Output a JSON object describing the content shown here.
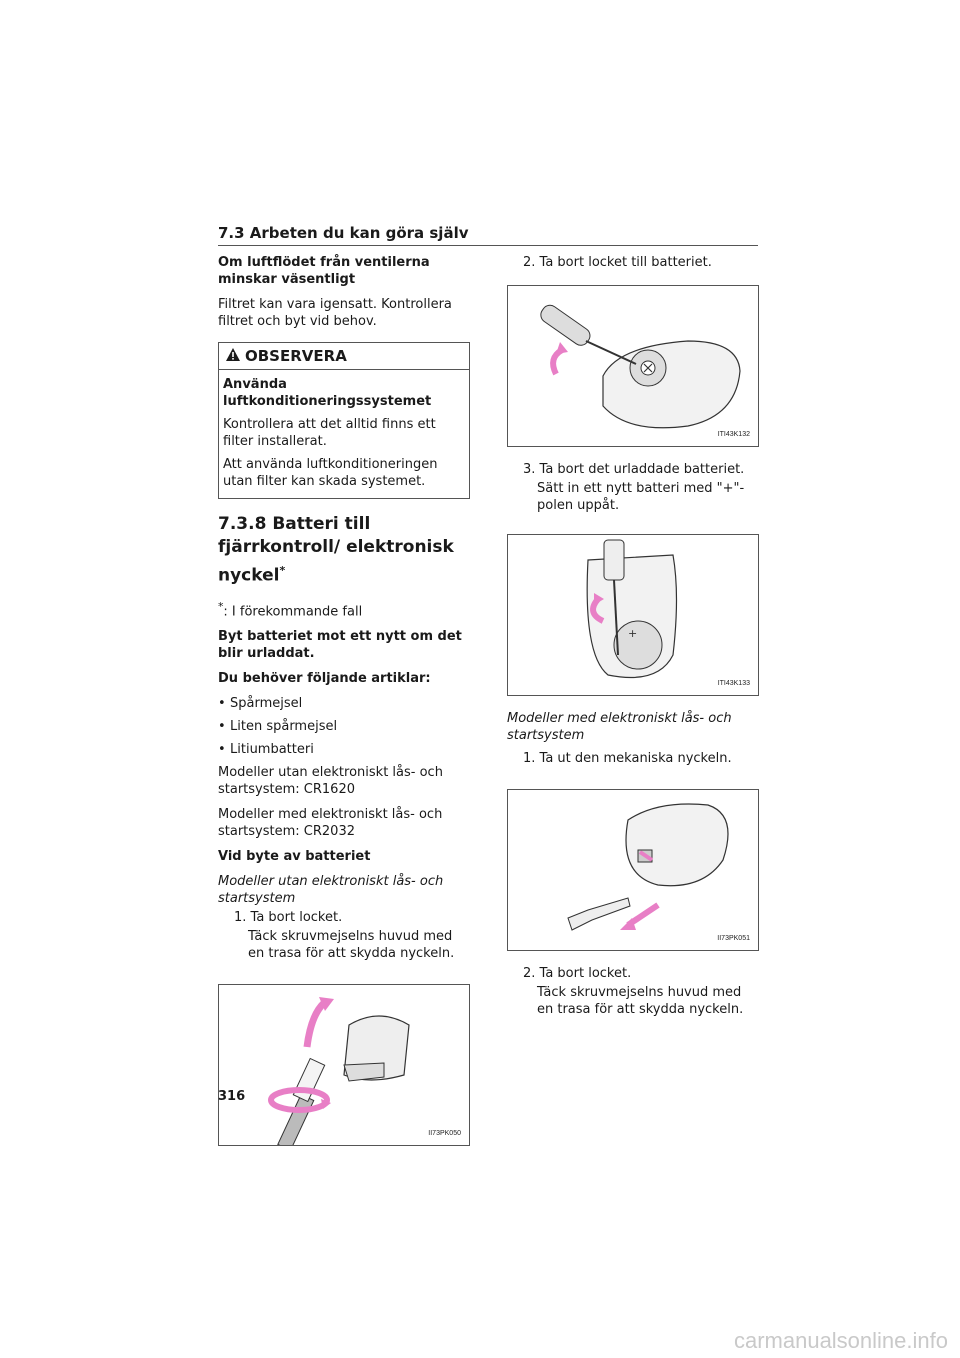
{
  "header": {
    "section": "7.3  Arbeten du kan göra själv"
  },
  "left": {
    "p1_title": "Om luftflödet från ventilerna minskar väsentligt",
    "p1_text": "Filtret kan vara igensatt. Kontrollera filtret och byt vid behov.",
    "warning": {
      "title": "OBSERVERA",
      "subtitle": "Använda luftkonditioneringssystemet",
      "text1": "Kontrollera att det alltid finns ett filter installerat.",
      "text2": "Att använda luftkonditioneringen utan filter kan skada systemet."
    },
    "section_title": "7.3.8  Batteri till fjärrkontroll/ elektronisk nyckel",
    "section_sup": "*",
    "footnote_sup": "*",
    "footnote": ": I förekommande fall",
    "intro": "Byt batteriet mot ett nytt om det blir urladdat.",
    "needs_title": "Du behöver följande artiklar:",
    "items": [
      "Spårmejsel",
      "Liten spårmejsel",
      "Litiumbatteri"
    ],
    "model1": "Modeller utan elektroniskt lås- och startsystem: CR1620",
    "model2": "Modeller med elektroniskt lås- och startsystem: CR2032",
    "replace_title": "Vid byte av batteriet",
    "subhead": "Modeller utan elektroniskt lås- och startsystem",
    "step1": "1. Ta bort locket.",
    "step1_text": "Täck skruvmejselns huvud med en trasa för att skydda nyckeln.",
    "fig1_code": "II73PK050"
  },
  "right": {
    "step2": "2. Ta bort locket till batteriet.",
    "fig2_code": "ITI43K132",
    "step3": "3. Ta bort det urladdade batteriet.",
    "step3_text": "Sätt in ett nytt batteri med \"+\"-polen uppåt.",
    "fig3_code": "ITI43K133",
    "subhead": "Modeller med elektroniskt lås- och startsystem",
    "step1": "1. Ta ut den mekaniska nyckeln.",
    "fig4_code": "II73PK051",
    "step2b": "2. Ta bort locket.",
    "step2b_text": "Täck skruvmejselns huvud med en trasa för att skydda nyckeln."
  },
  "page_number": "316",
  "footer": "carmanualsonline.info",
  "colors": {
    "accent_arrow": "#e87fc6",
    "rule": "#555555"
  }
}
